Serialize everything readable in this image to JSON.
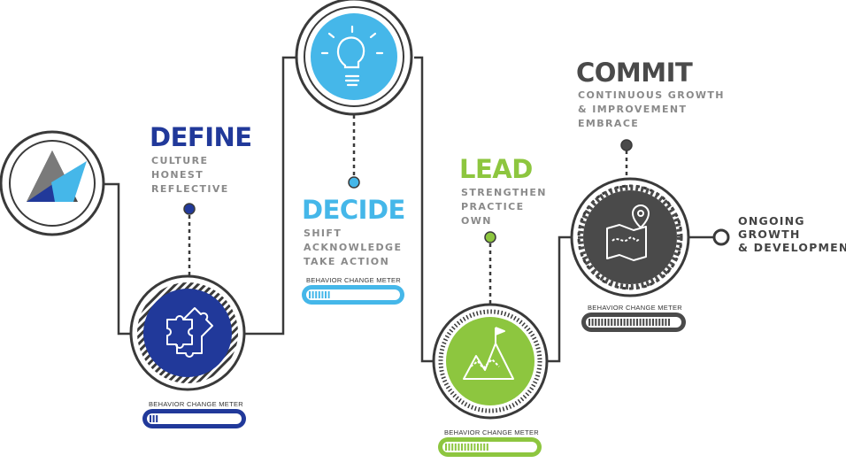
{
  "steps": [
    {
      "title": "DEFINE",
      "lines": [
        "CULTURE",
        "HONEST",
        "REFLECTIVE"
      ],
      "meter_label": "BEHAVIOR CHANGE METER",
      "meter_level": 0.1,
      "color": "#21399a",
      "icon": "puzzle-icon"
    },
    {
      "title": "DECIDE",
      "lines": [
        "SHIFT",
        "ACKNOWLEDGE",
        "TAKE ACTION"
      ],
      "meter_label": "BEHAVIOR CHANGE METER",
      "meter_level": 0.25,
      "color": "#45b7e9",
      "icon": "lightbulb-icon"
    },
    {
      "title": "LEAD",
      "lines": [
        "STRENGTHEN",
        "PRACTICE",
        "OWN"
      ],
      "meter_label": "BEHAVIOR CHANGE METER",
      "meter_level": 0.5,
      "color": "#8dc63f",
      "icon": "mountain-flag-icon"
    },
    {
      "title": "COMMIT",
      "lines": [
        "CONTINUOUS GROWTH",
        "& IMPROVEMENT",
        "EMBRACE"
      ],
      "meter_label": "BEHAVIOR CHANGE METER",
      "meter_level": 0.9,
      "color": "#4a4a4a",
      "icon": "map-pin-icon"
    }
  ],
  "end": {
    "lines": [
      "ONGOING",
      "GROWTH",
      "& DEVELOPMENT"
    ]
  },
  "logo": {
    "icon": "triangle-logo-icon"
  },
  "colors": {
    "line": "#3a3a3a",
    "muted_text": "#8a8a8a"
  }
}
